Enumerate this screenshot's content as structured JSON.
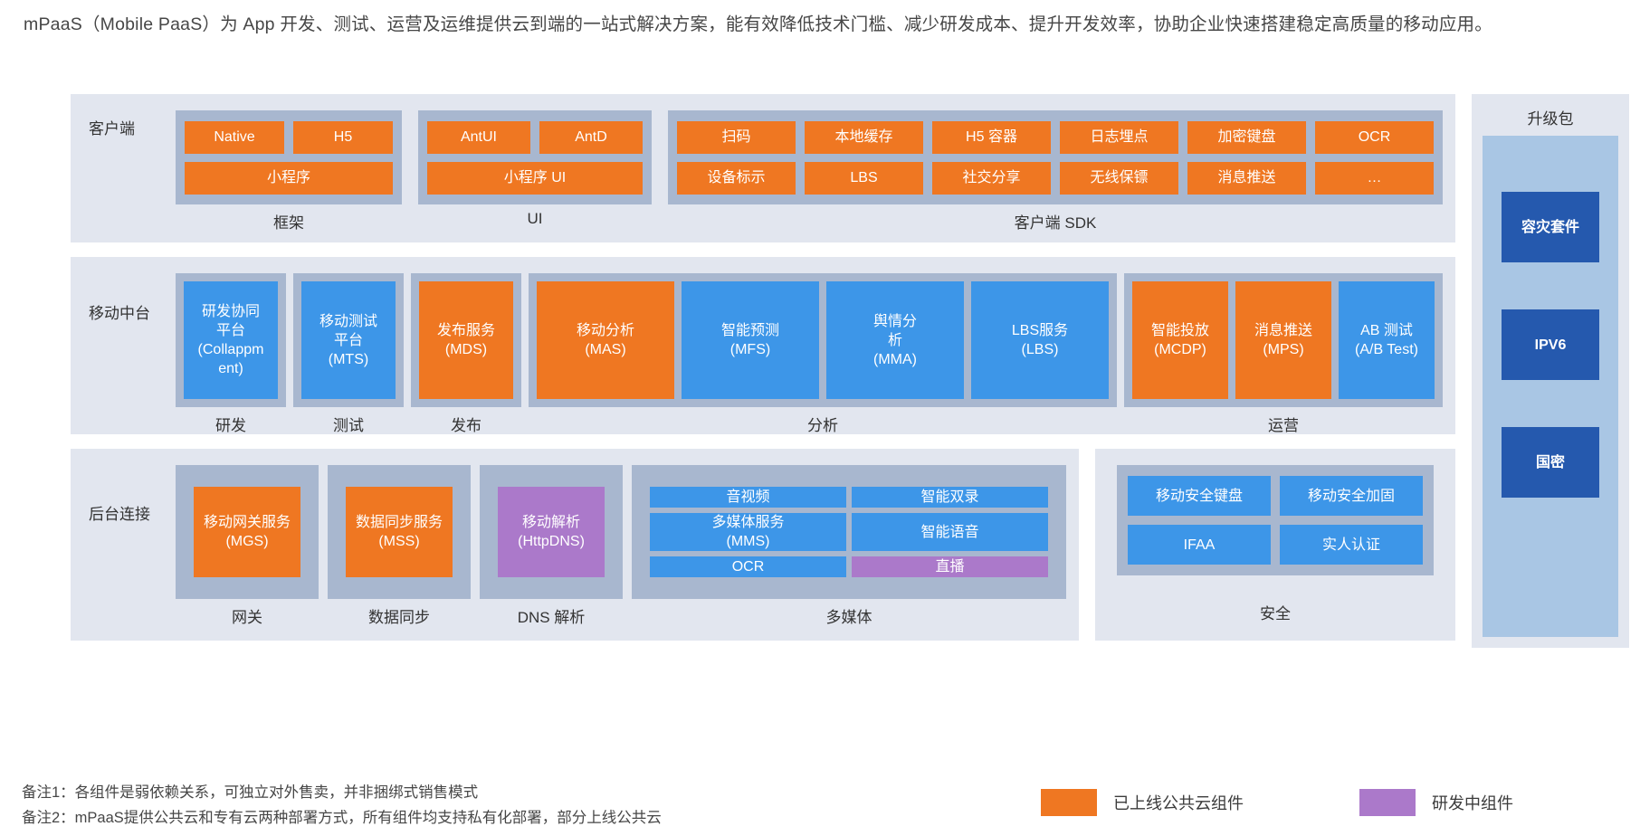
{
  "intro": "mPaaS（Mobile PaaS）为 App 开发、测试、运营及运维提供云到端的一站式解决方案，能有效降低技术门槛、减少研发成本、提升开发效率，协助企业快速搭建稳定高质量的移动应用。",
  "colors": {
    "online": "#ef7722",
    "in_dev": "#ab79ca",
    "standard": "#3d96e8",
    "upgrade": "#2559ae",
    "panel": "#e2e6ef",
    "group": "#a8b7cf"
  },
  "client": {
    "band_label": "客户端",
    "groups": [
      {
        "key": "framework",
        "category": "框架",
        "rows": [
          [
            {
              "label": "Native",
              "color": "orange"
            },
            {
              "label": "H5",
              "color": "orange"
            }
          ],
          [
            {
              "label": "小程序",
              "color": "orange"
            }
          ]
        ]
      },
      {
        "key": "ui",
        "category": "UI",
        "rows": [
          [
            {
              "label": "AntUI",
              "color": "orange"
            },
            {
              "label": "AntD",
              "color": "orange"
            }
          ],
          [
            {
              "label": "小程序 UI",
              "color": "orange"
            }
          ]
        ]
      },
      {
        "key": "sdk",
        "category": "客户端 SDK",
        "rows": [
          [
            {
              "label": "扫码",
              "color": "orange"
            },
            {
              "label": "本地缓存",
              "color": "orange"
            },
            {
              "label": "H5 容器",
              "color": "orange"
            },
            {
              "label": "日志埋点",
              "color": "orange"
            },
            {
              "label": "加密键盘",
              "color": "orange"
            },
            {
              "label": "OCR",
              "color": "orange"
            }
          ],
          [
            {
              "label": "设备标示",
              "color": "orange"
            },
            {
              "label": "LBS",
              "color": "orange"
            },
            {
              "label": "社交分享",
              "color": "orange"
            },
            {
              "label": "无线保镖",
              "color": "orange"
            },
            {
              "label": "消息推送",
              "color": "orange"
            },
            {
              "label": "…",
              "color": "orange"
            }
          ]
        ]
      }
    ]
  },
  "midplatform": {
    "band_label": "移动中台",
    "groups": [
      {
        "key": "dev",
        "category": "研发",
        "chips": [
          {
            "label": "研发协同\n平台\n(Collappm\nent)",
            "color": "blue"
          }
        ]
      },
      {
        "key": "test",
        "category": "测试",
        "chips": [
          {
            "label": "移动测试\n平台\n(MTS)",
            "color": "blue"
          }
        ]
      },
      {
        "key": "release",
        "category": "发布",
        "chips": [
          {
            "label": "发布服务\n(MDS)",
            "color": "orange"
          }
        ]
      },
      {
        "key": "analysis",
        "category": "分析",
        "chips": [
          {
            "label": "移动分析\n(MAS)",
            "color": "orange"
          },
          {
            "label": "智能预测\n(MFS)",
            "color": "blue"
          },
          {
            "label": "舆情分\n析\n(MMA)",
            "color": "blue"
          },
          {
            "label": "LBS服务\n(LBS)",
            "color": "blue"
          }
        ]
      },
      {
        "key": "operations",
        "category": "运营",
        "chips": [
          {
            "label": "智能投放\n(MCDP)",
            "color": "orange"
          },
          {
            "label": "消息推送\n(MPS)",
            "color": "orange"
          },
          {
            "label": "AB 测试\n(A/B Test)",
            "color": "blue"
          }
        ]
      }
    ]
  },
  "backend": {
    "band_label": "后台连接",
    "groups": [
      {
        "key": "gateway",
        "category": "网关",
        "chips": [
          {
            "label": "移动网关服务\n(MGS)",
            "color": "orange"
          }
        ]
      },
      {
        "key": "datasync",
        "category": "数据同步",
        "chips": [
          {
            "label": "数据同步服务\n(MSS)",
            "color": "orange"
          }
        ]
      },
      {
        "key": "dns",
        "category": "DNS 解析",
        "chips": [
          {
            "label": "移动解析\n(HttpDNS)",
            "color": "purple"
          }
        ]
      },
      {
        "key": "multimedia",
        "category": "多媒体",
        "chips": [
          {
            "label": "音视频",
            "color": "blue"
          },
          {
            "label": "智能双录",
            "color": "blue"
          },
          {
            "label": "多媒体服务\n(MMS)",
            "color": "blue"
          },
          {
            "label": "智能语音",
            "color": "blue"
          },
          {
            "label": "OCR",
            "color": "blue"
          },
          {
            "label": "直播",
            "color": "purple"
          }
        ]
      }
    ]
  },
  "security": {
    "category": "安全",
    "chips": [
      {
        "label": "移动安全键盘",
        "color": "blue"
      },
      {
        "label": "移动安全加固",
        "color": "blue"
      },
      {
        "label": "IFAA",
        "color": "blue"
      },
      {
        "label": "实人认证",
        "color": "blue"
      }
    ]
  },
  "upgrade": {
    "title": "升级包",
    "chips": [
      {
        "label": "容灾套件",
        "color": "navy"
      },
      {
        "label": "IPV6",
        "color": "navy"
      },
      {
        "label": "国密",
        "color": "navy"
      }
    ]
  },
  "notes": [
    "备注1：各组件是弱依赖关系，可独立对外售卖，并非捆绑式销售模式",
    "备注2：mPaaS提供公共云和专有云两种部署方式，所有组件均支持私有化部署，部分上线公共云"
  ],
  "legend": [
    {
      "label": "已上线公共云组件",
      "color": "#ef7722"
    },
    {
      "label": "研发中组件",
      "color": "#ab79ca"
    }
  ]
}
